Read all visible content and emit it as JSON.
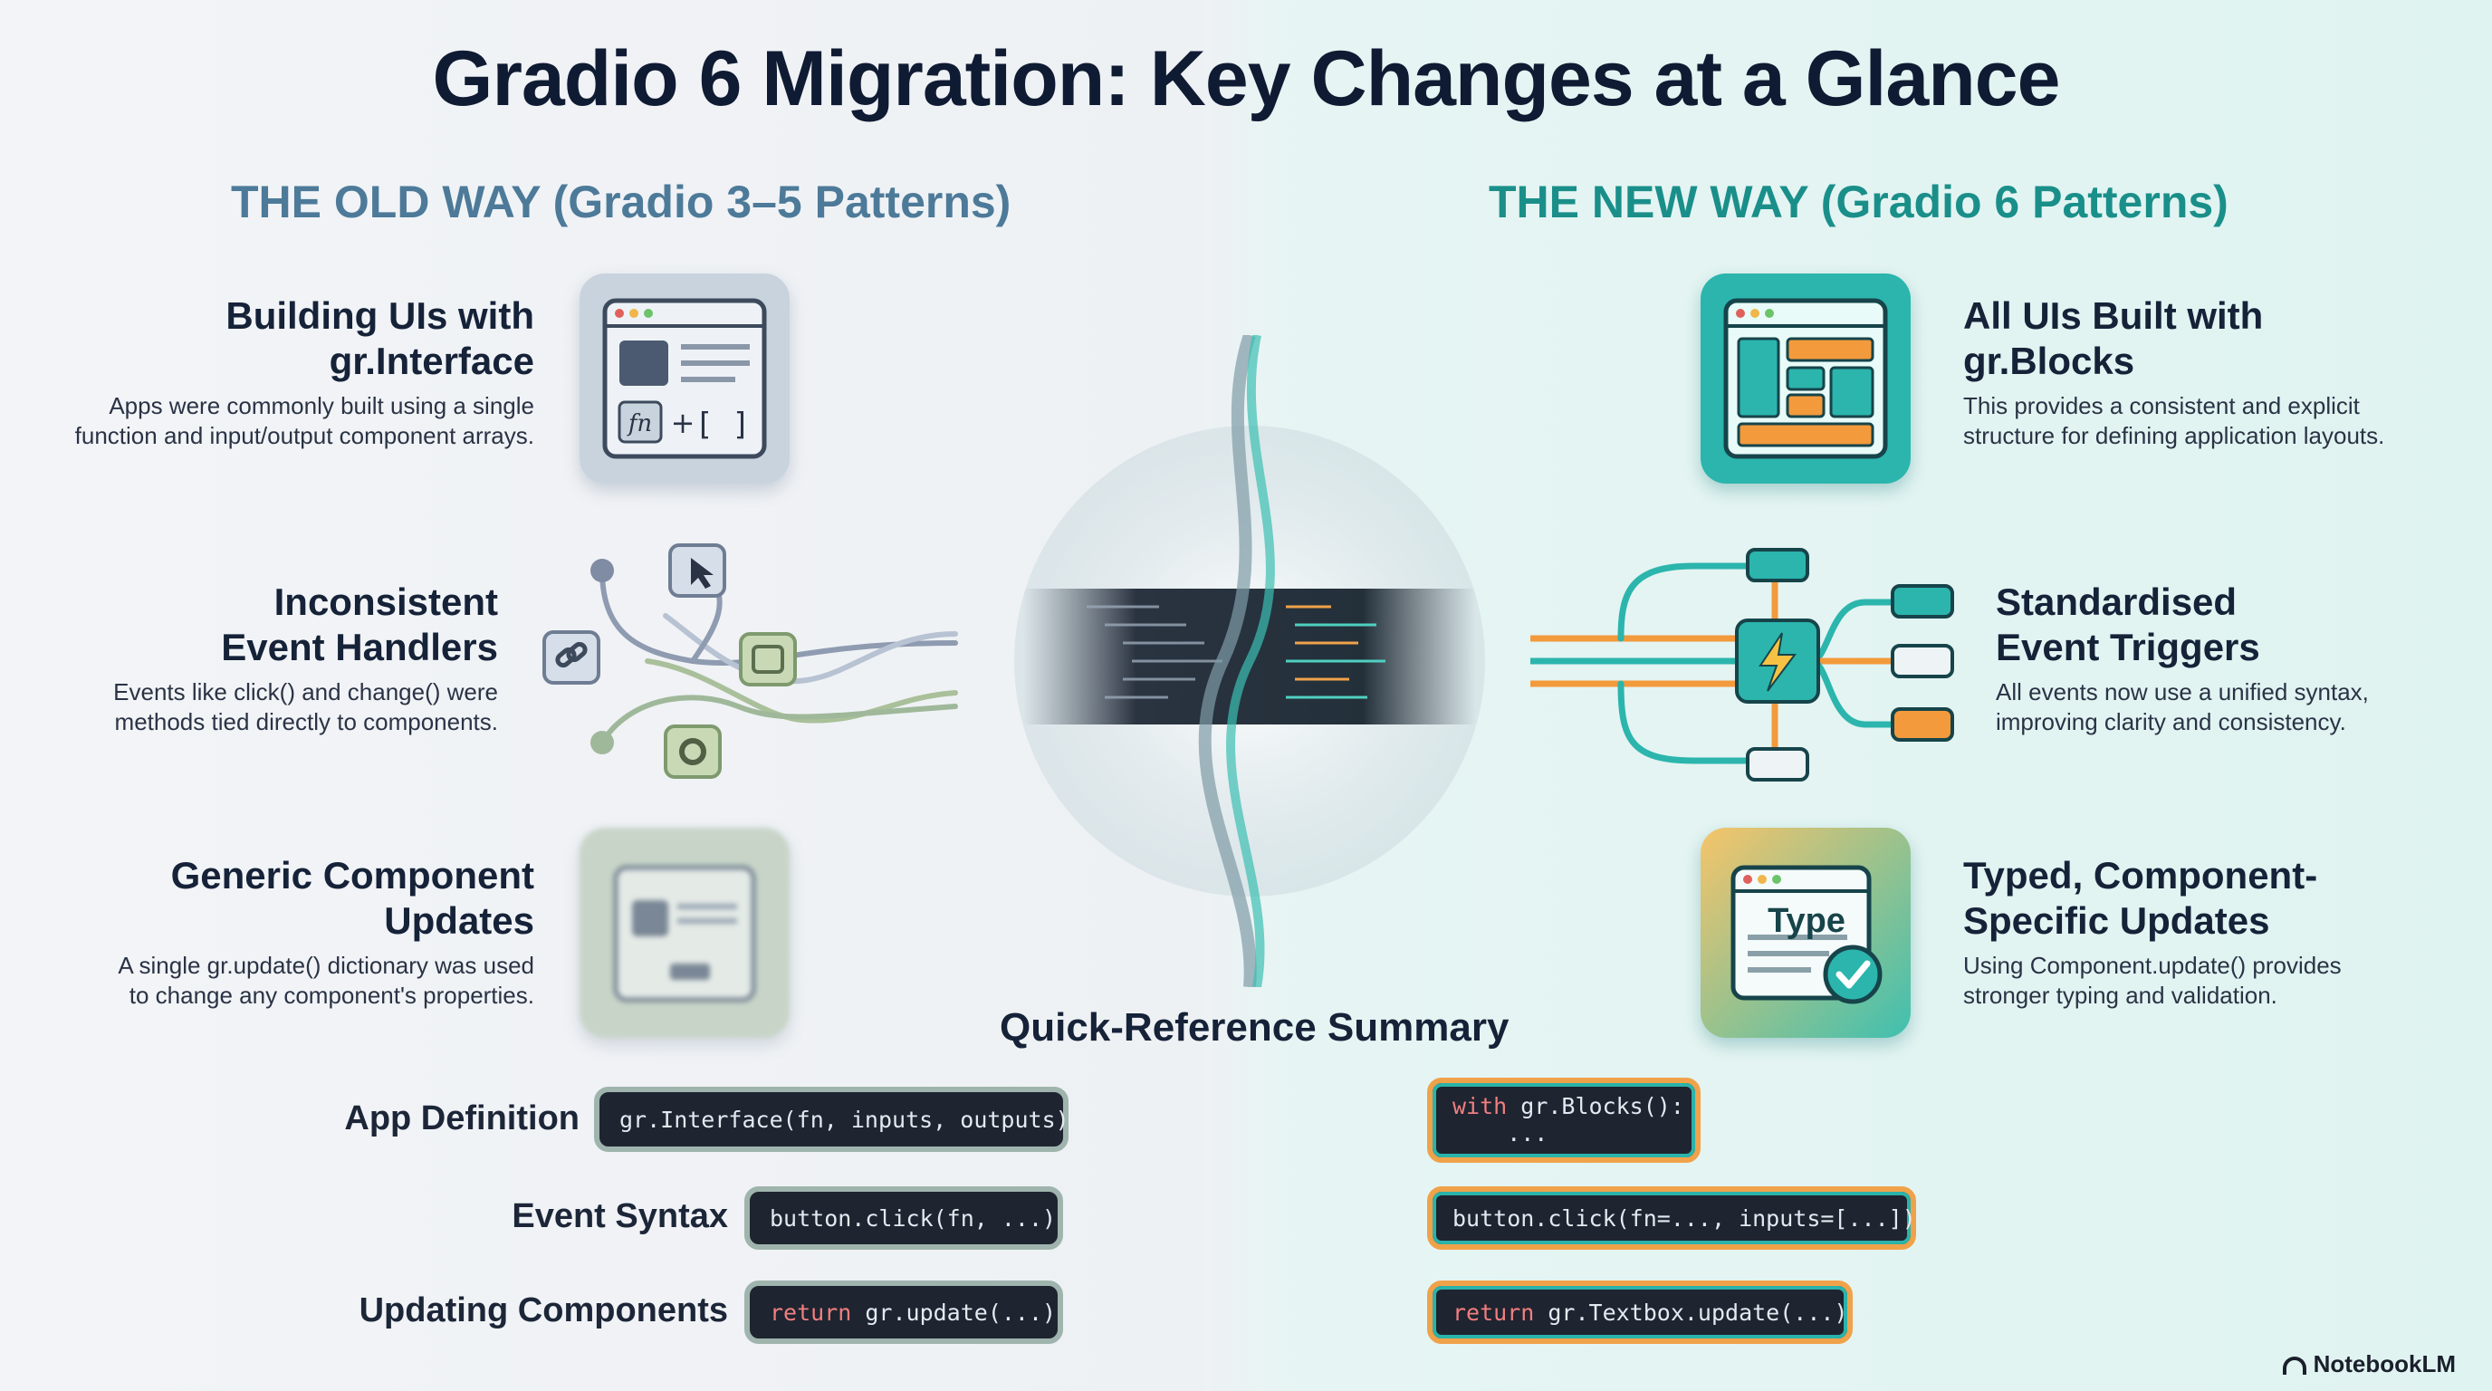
{
  "title": "Gradio 6 Migration: Key Changes at a Glance",
  "old_way": {
    "heading": "THE OLD WAY (Gradio 3–5 Patterns)",
    "features": [
      {
        "title_line1": "Building UIs with",
        "title_line2": "gr.Interface",
        "desc_line1": "Apps were commonly built using a single",
        "desc_line2": "function and input/output component arrays."
      },
      {
        "title_line1": "Inconsistent",
        "title_line2": "Event Handlers",
        "desc_line1": "Events like click() and change() were",
        "desc_line2": "methods tied directly to components."
      },
      {
        "title_line1": "Generic Component",
        "title_line2": "Updates",
        "desc_line1": "A single gr.update() dictionary was used",
        "desc_line2": "to change any component's properties."
      }
    ],
    "icon_glyphs": {
      "fn": "fn",
      "plus": "+",
      "brackets": "[ ]"
    }
  },
  "new_way": {
    "heading": "THE NEW WAY (Gradio 6 Patterns)",
    "features": [
      {
        "title_line1": "All UIs Built with",
        "title_line2": "gr.Blocks",
        "desc_line1": "This provides a consistent and explicit",
        "desc_line2": "structure for defining application layouts."
      },
      {
        "title_line1": "Standardised",
        "title_line2": "Event Triggers",
        "desc_line1": "All events now use a unified syntax,",
        "desc_line2": "improving clarity and consistency."
      },
      {
        "title_line1": "Typed, Component-",
        "title_line2": "Specific Updates",
        "desc_line1": "Using Component.update() provides",
        "desc_line2": "stronger typing and validation."
      }
    ],
    "type_icon_label": "Type"
  },
  "quick_reference": {
    "title": "Quick-Reference Summary",
    "rows": [
      {
        "label": "App Definition",
        "old_code": "gr.Interface(fn, inputs, outputs)",
        "new_kw": "with",
        "new_code_rest": " gr.Blocks():",
        "new_code_line2": "    ..."
      },
      {
        "label": "Event Syntax",
        "old_code": "button.click(fn, ...)",
        "new_code": "button.click(fn=..., inputs=[...])"
      },
      {
        "label": "Updating Components",
        "old_kw": "return",
        "old_code_rest": " gr.update(...)",
        "new_kw": "return",
        "new_code_rest": " gr.Textbox.update(...)"
      }
    ]
  },
  "brand": "NotebookLM",
  "colors": {
    "old_accent": "#4d7a99",
    "new_accent": "#1a8f8a",
    "orange": "#f0a24a",
    "teal": "#2bb5ad"
  }
}
